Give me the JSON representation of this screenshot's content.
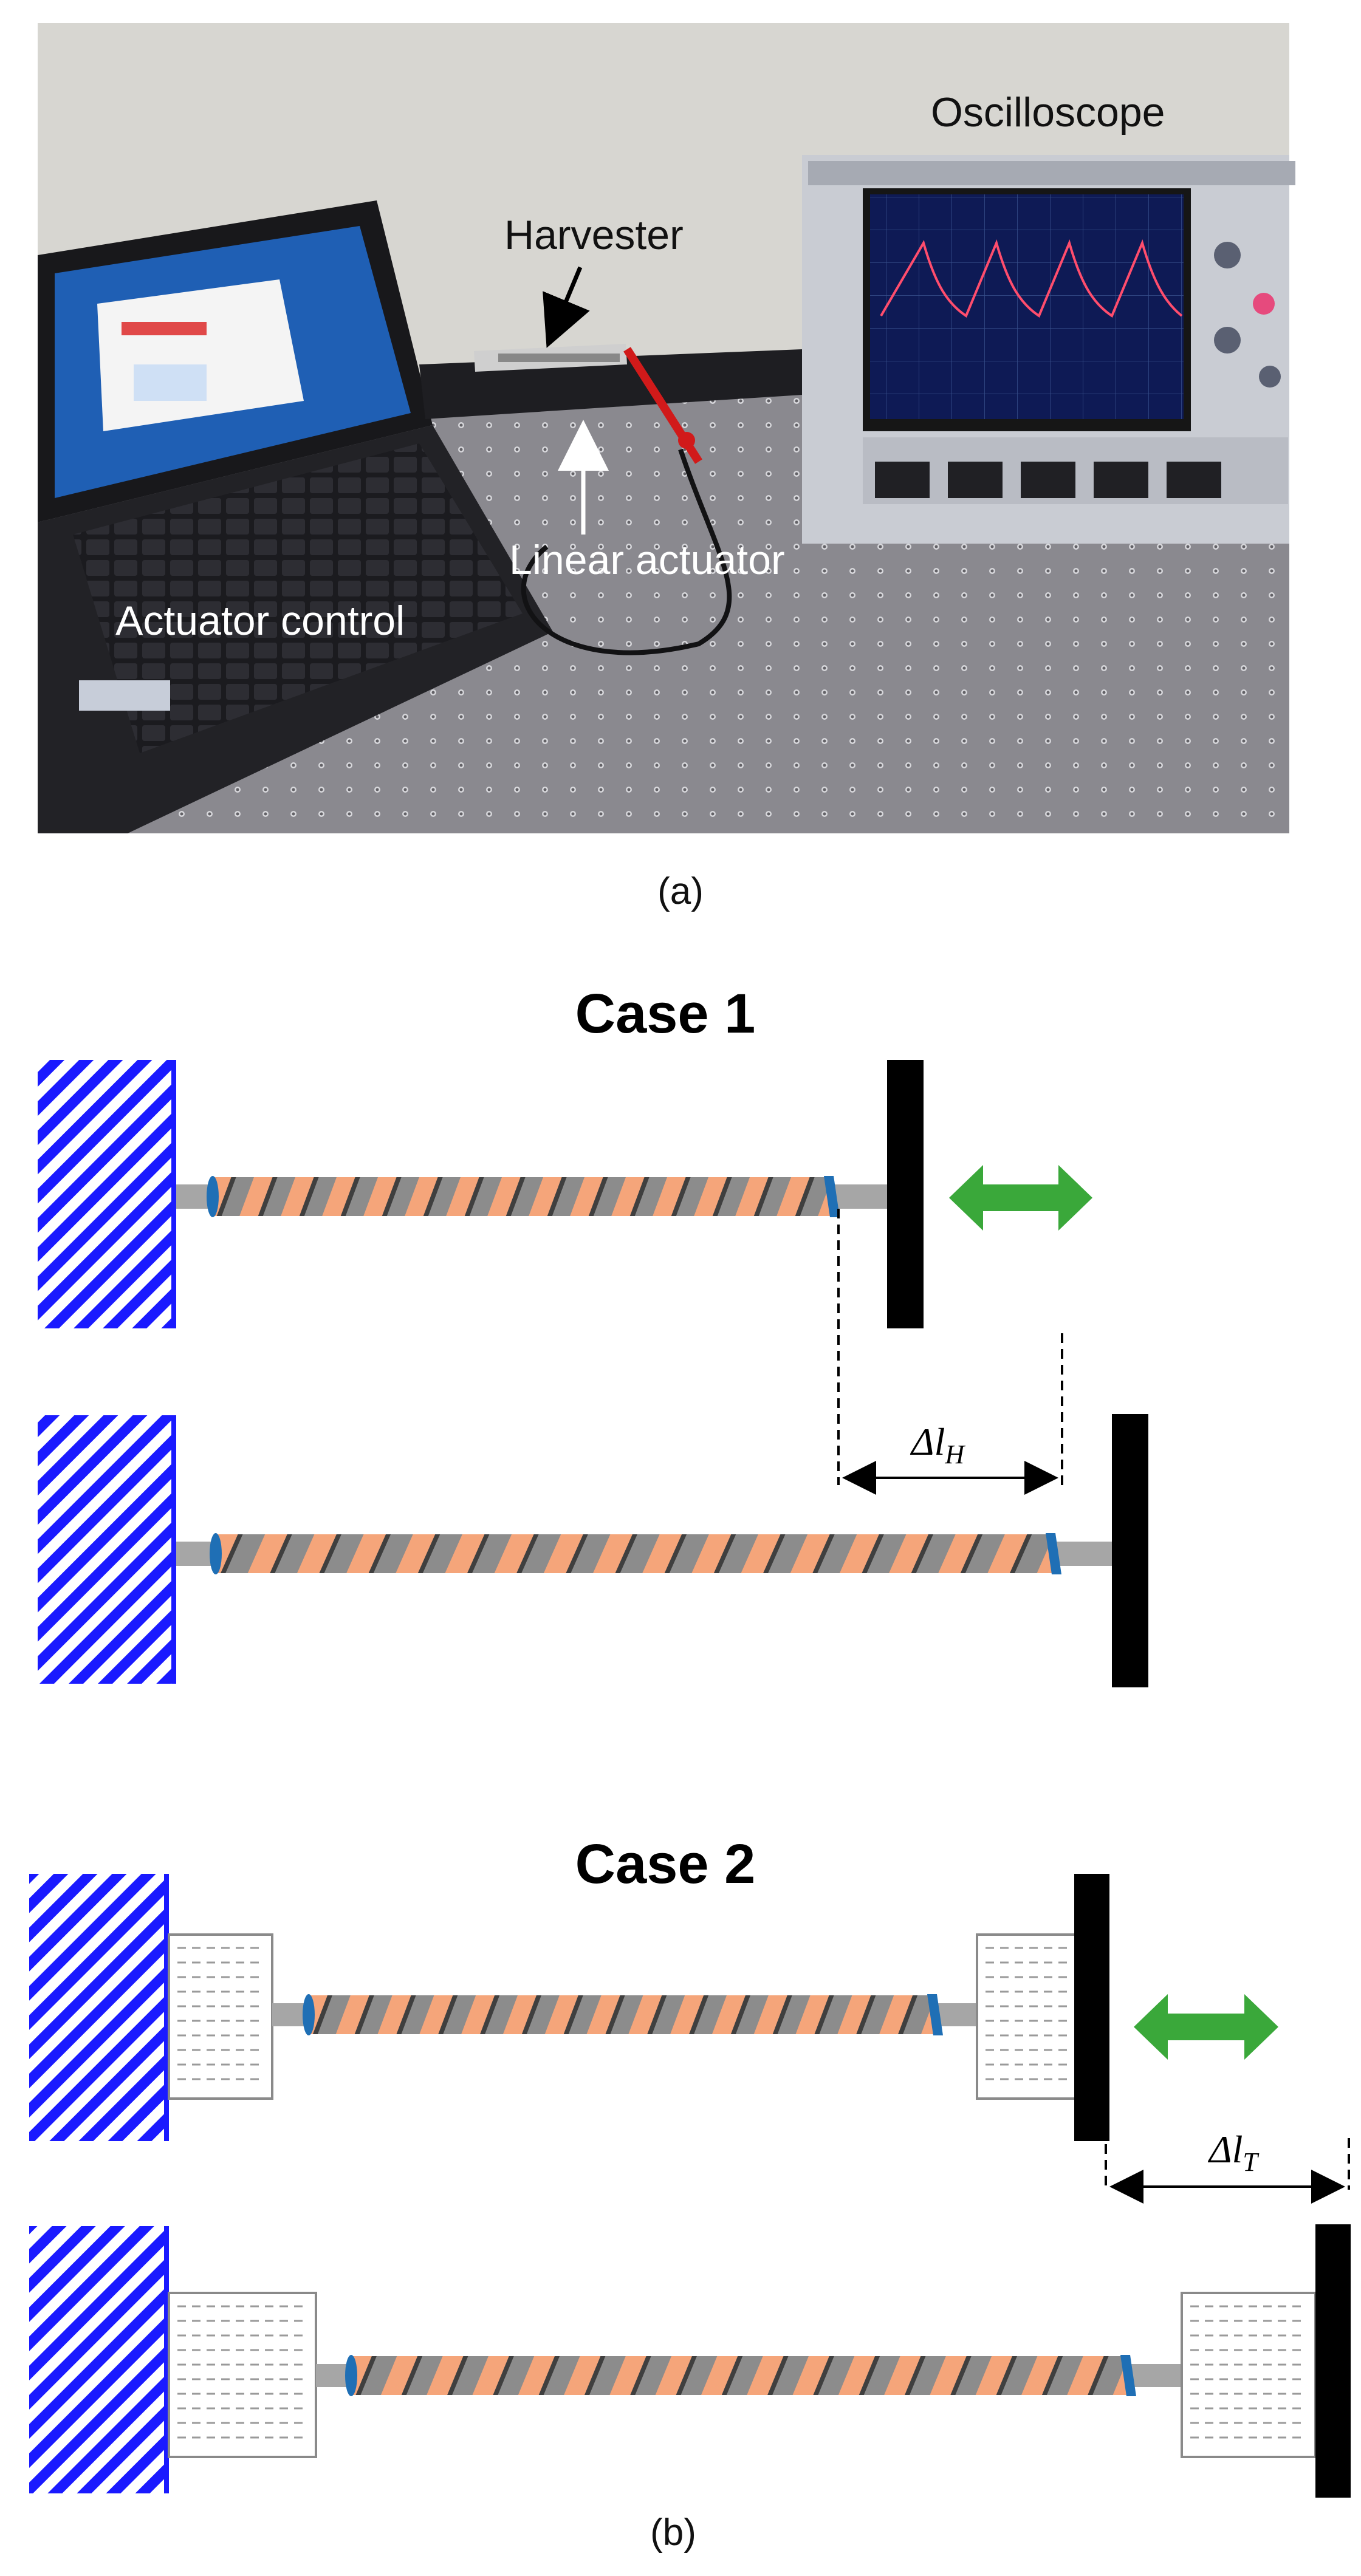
{
  "figure": {
    "panel_a": {
      "caption": "(a)",
      "labels": {
        "oscilloscope": "Oscilloscope",
        "harvester": "Harvester",
        "linear_actuator": "Linear actuator",
        "actuator_control": "Actuator control"
      }
    },
    "panel_b": {
      "caption": "(b)",
      "case1": {
        "title": "Case 1",
        "dimension_symbol": "Δl",
        "dimension_subscript": "H"
      },
      "case2": {
        "title": "Case 2",
        "dimension_symbol": "Δl",
        "dimension_subscript": "T"
      }
    }
  },
  "colors": {
    "wall_hatch": "#1a1aff",
    "fiber_gray": "#8c8c8c",
    "fiber_orange": "#f5a57a",
    "fiber_end_blue": "#1f6fb5",
    "rod": "#a6a6a6",
    "plate": "#000000",
    "arrow_green": "#3aa83a",
    "tank_border": "#8a8a8a"
  }
}
